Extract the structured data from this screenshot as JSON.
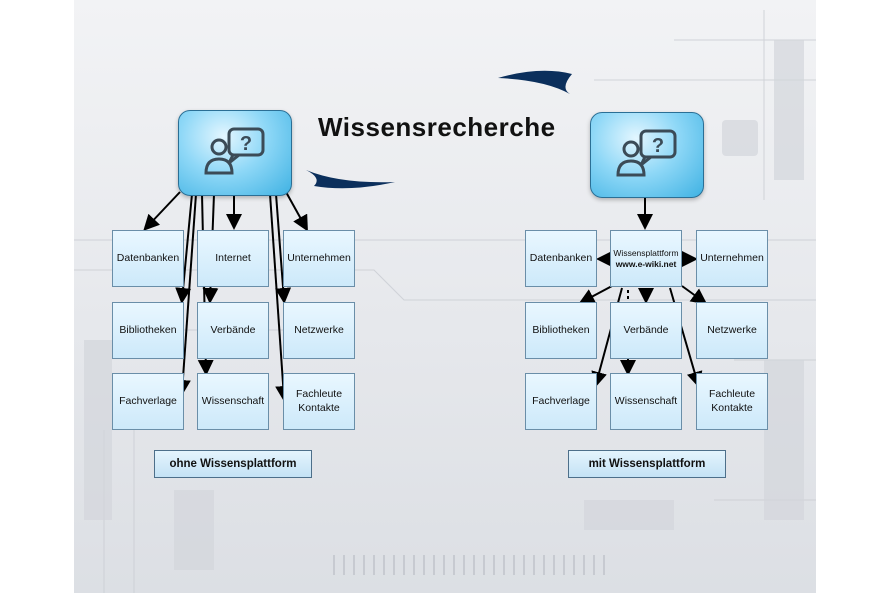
{
  "title": "Wissensrecherche",
  "left": {
    "caption": "ohne Wissensplattform",
    "nodes": {
      "r1c1": "Datenbanken",
      "r1c2": "Internet",
      "r1c3": "Unternehmen",
      "r2c1": "Bibliotheken",
      "r2c2": "Verbände",
      "r2c3": "Netzwerke",
      "r3c1": "Fachverlage",
      "r3c2": "Wissenschaft",
      "r3c3_line1": "Fachleute",
      "r3c3_line2": "Kontakte"
    }
  },
  "right": {
    "caption": "mit Wissensplattform",
    "platform_name": "Wissensplattform",
    "platform_url": "www.e-wiki.net",
    "nodes": {
      "r1c1": "Datenbanken",
      "r1c3": "Unternehmen",
      "r2c1": "Bibliotheken",
      "r2c2": "Verbände",
      "r2c3": "Netzwerke",
      "r3c1": "Fachverlage",
      "r3c2": "Wissenschaft",
      "r3c3_line1": "Fachleute",
      "r3c3_line2": "Kontakte"
    }
  },
  "icons": {
    "person": "person-question-icon",
    "swoosh": "swoosh-arrow-icon"
  },
  "colors": {
    "node_fill": "#d6eefb",
    "person_fill": "#8fd8f7",
    "border": "#6a8ea8"
  }
}
